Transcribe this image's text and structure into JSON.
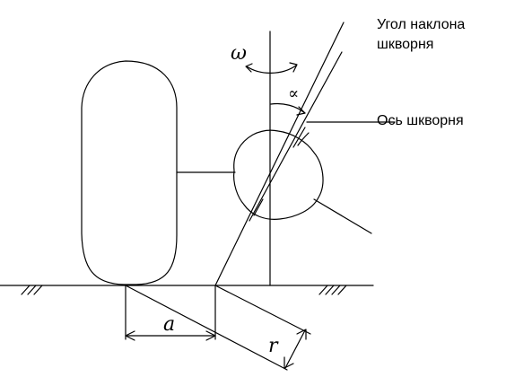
{
  "labels": {
    "title_line1": "Угол наклона",
    "title_line2": "шкворня",
    "axis": "Ось шкворня"
  },
  "symbols": {
    "omega": "ω",
    "alpha": "∝",
    "a": "a",
    "r": "r"
  }
}
